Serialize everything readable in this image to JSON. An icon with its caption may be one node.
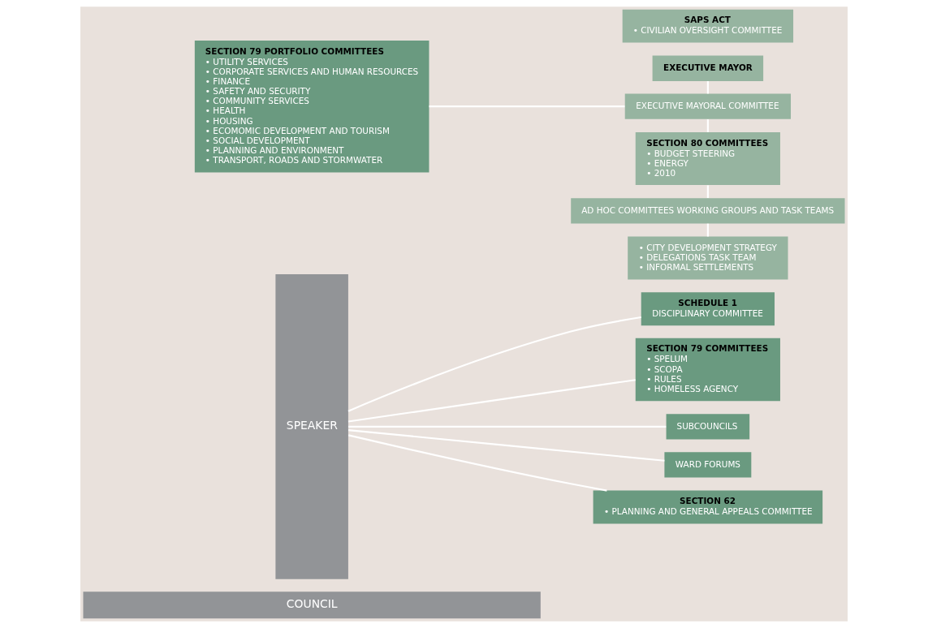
{
  "diagram": {
    "nodes": [
      {
        "text": [
          "COUNCIL"
        ]
      },
      {
        "text": [
          "SPEAKER"
        ]
      },
      {
        "text": [
          "SCHEDULE 1",
          "DISCIPLINARY COMMITTEE"
        ]
      },
      {
        "text": [
          "SECTION 79 COMMITTEES",
          "• SPELUM",
          "• SCOPA",
          "• RULES",
          "• HOMELESS AGENCY"
        ]
      },
      {
        "text": [
          "SUBCOUNCILS"
        ]
      },
      {
        "text": [
          "WARD FORUMS"
        ]
      },
      {
        "text": [
          "SECTION 62",
          "• PLANNING AND GENERAL APPEALS COMMITTEE"
        ]
      },
      {
        "text": [
          "SECTION 79 PORTFOLIO COMMITTEES",
          "• UTILITY SERVICES",
          "• CORPORATE SERVICES AND HUMAN RESOURCES",
          "• FINANCE",
          "• SAFETY AND SECURITY",
          "• COMMUNITY SERVICES",
          "• HEALTH",
          "• HOUSING",
          "• ECOMOMIC DEVELOPMENT AND TOURISM",
          "• SOCIAL DEVELOPMENT",
          "• PLANNING AND ENVIRONMENT",
          "• TRANSPORT, ROADS AND STORMWATER"
        ]
      },
      {
        "text": [
          "EXECUTIVE MAYOR"
        ]
      },
      {
        "text": [
          "EXECUTIVE MAYORAL COMMITTEE"
        ]
      },
      {
        "text": [
          "SECTION 80 COMMITTEES",
          "• BUDGET STEERING",
          "• ENERGY",
          "• 2010"
        ]
      },
      {
        "text": [
          "AD HOC COMMITTEES WORKING GROUPS AND TASK TEAMS"
        ]
      },
      {
        "text": [
          "• CITY DEVELOPMENT STRATEGY",
          "• DELEGATIONS TASK TEAM",
          "• INFORMAL SETTLEMENTS"
        ]
      },
      {
        "text": [
          "SAPS ACT",
          "• CIVILIAN OVERSIGHT COMMITTEE"
        ]
      }
    ],
    "edges": [
      {
        "from": 1,
        "to": 2,
        "arrow": "none"
      },
      {
        "from": 1,
        "to": 3,
        "arrow": "none"
      },
      {
        "from": 1,
        "to": 4,
        "arrow": "none"
      },
      {
        "from": 1,
        "to": 5,
        "arrow": "none"
      },
      {
        "from": 1,
        "to": 6,
        "arrow": "none"
      },
      {
        "from": 7,
        "to": 9,
        "arrow": "none"
      },
      {
        "from": 8,
        "to": 9,
        "arrow": "none"
      },
      {
        "from": 9,
        "to": 10,
        "arrow": "none"
      },
      {
        "from": 10,
        "to": 11,
        "arrow": "none"
      },
      {
        "from": 11,
        "to": 12,
        "arrow": "none"
      }
    ]
  }
}
